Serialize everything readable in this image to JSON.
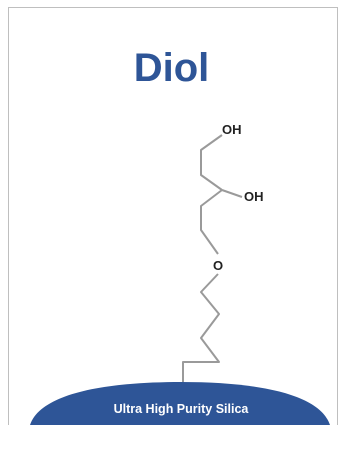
{
  "diagram": {
    "title": "Diol",
    "atoms": {
      "oh_top": "OH",
      "oh_mid": "OH",
      "oxygen": "O"
    },
    "support_label": "Ultra High Purity Silica"
  },
  "colors": {
    "title": "#2e5597",
    "support": "#2e5597",
    "bonds": "#9a9a9a",
    "frame": "#bfbfbf"
  }
}
